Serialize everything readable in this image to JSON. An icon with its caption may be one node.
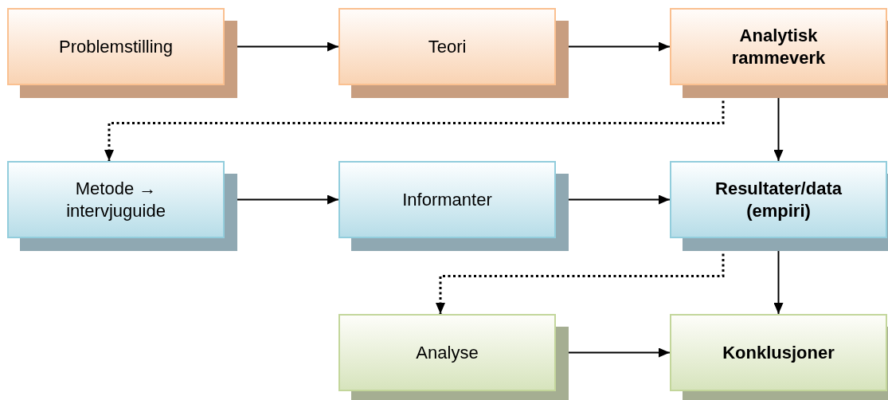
{
  "diagram": {
    "nodes": [
      {
        "text": [
          "Problemstilling"
        ]
      },
      {
        "text": [
          "Teori"
        ]
      },
      {
        "text": [
          "Analytisk rammeverk"
        ]
      },
      {
        "text": [
          "Metode → intervjuguide"
        ]
      },
      {
        "text": [
          "Informanter"
        ]
      },
      {
        "text": [
          "Resultater/data (empiri)"
        ]
      },
      {
        "text": [
          "Analyse"
        ]
      },
      {
        "text": [
          "Konklusjoner"
        ]
      }
    ],
    "edges": [
      {
        "from": 0,
        "to": 1,
        "arrow": "to"
      },
      {
        "from": 1,
        "to": 2,
        "arrow": "to"
      },
      {
        "from": 2,
        "to": 3,
        "arrow": "to",
        "style": "dashed"
      },
      {
        "from": 2,
        "to": 5,
        "arrow": "to"
      },
      {
        "from": 3,
        "to": 4,
        "arrow": "to"
      },
      {
        "from": 4,
        "to": 5,
        "arrow": "to"
      },
      {
        "from": 5,
        "to": 6,
        "arrow": "to",
        "style": "dashed"
      },
      {
        "from": 5,
        "to": 7,
        "arrow": "to"
      },
      {
        "from": 6,
        "to": 7,
        "arrow": "to"
      }
    ]
  }
}
